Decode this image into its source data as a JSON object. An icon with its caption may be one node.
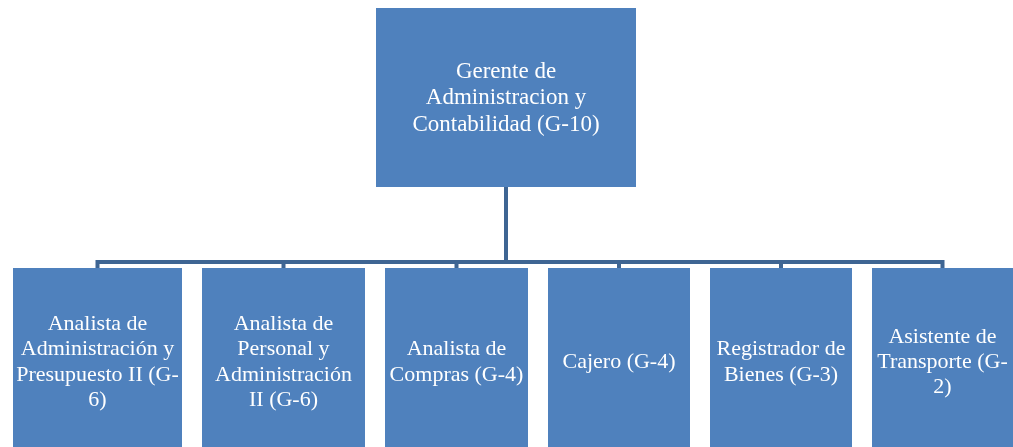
{
  "diagram": {
    "nodes": [
      {
        "text": [
          "Gerente de Administracion y Contabilidad (G-10)"
        ]
      },
      {
        "text": [
          "Analista de Administración y Presupuesto II (G-6)"
        ]
      },
      {
        "text": [
          "Analista de Personal y Administración II (G-6)"
        ]
      },
      {
        "text": [
          "Analista de Compras (G-4)"
        ]
      },
      {
        "text": [
          "Cajero (G-4)"
        ]
      },
      {
        "text": [
          "Registrador de Bienes (G-3)"
        ]
      },
      {
        "text": [
          "Asistente de Transporte (G-2)"
        ]
      }
    ],
    "edges": [
      {
        "from": 0,
        "to": 1,
        "arrow": "none"
      },
      {
        "from": 0,
        "to": 2,
        "arrow": "none"
      },
      {
        "from": 0,
        "to": 3,
        "arrow": "none"
      },
      {
        "from": 0,
        "to": 4,
        "arrow": "none"
      },
      {
        "from": 0,
        "to": 5,
        "arrow": "none"
      },
      {
        "from": 0,
        "to": 6,
        "arrow": "none"
      }
    ]
  }
}
